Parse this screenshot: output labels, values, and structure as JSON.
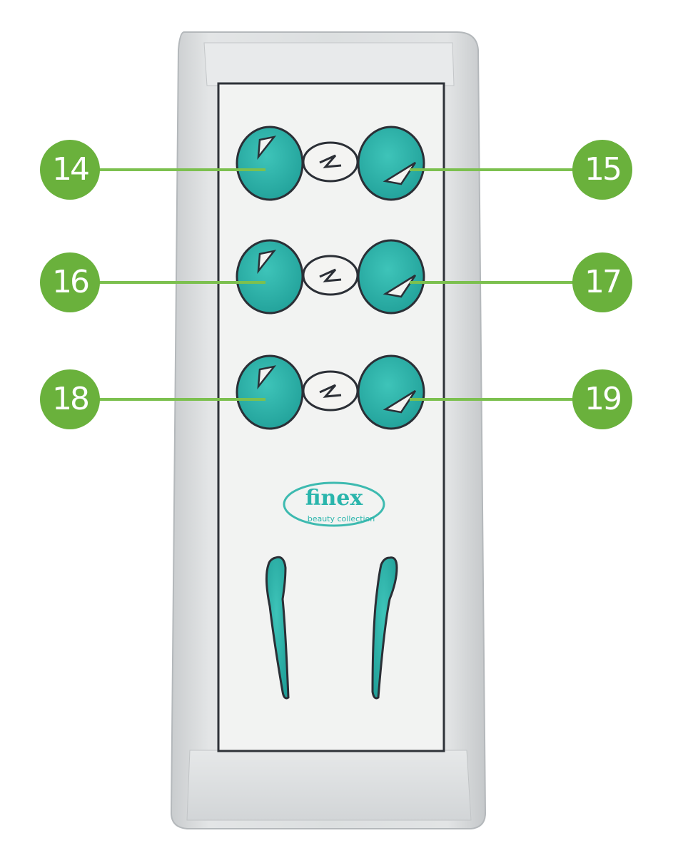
{
  "brand": {
    "name": "finex",
    "tagline": "beauty collection"
  },
  "callouts": {
    "c14": "14",
    "c15": "15",
    "c16": "16",
    "c17": "17",
    "c18": "18",
    "c19": "19"
  },
  "colors": {
    "callout": "#6ab13c",
    "callout_line": "#7cc04f",
    "button_teal": "#2ab5ac",
    "button_outline": "#2b2f36",
    "housing": "#d9dbdd",
    "panel": "#f1f2f1"
  },
  "icons": {
    "center_button": "massage-figure-icon",
    "side_button_marker": "triangle-marker-icon",
    "slider": "teardrop-slider-icon"
  }
}
